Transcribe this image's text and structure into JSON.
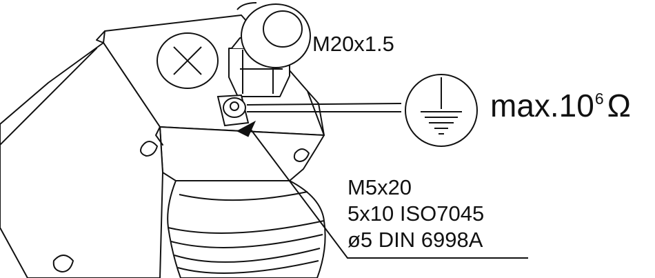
{
  "labels": {
    "gland_thread": "M20x1.5",
    "resistance_prefix": "max.10",
    "resistance_exponent": "6",
    "resistance_unit": "Ω"
  },
  "screw_spec": [
    "M5x20",
    "5x10 ISO7045",
    "ø5 DIN 6998A"
  ],
  "icons": {
    "ground": "protective-earth-symbol",
    "arrow": "filled-triangle-pointer"
  },
  "colors": {
    "line": "#111111",
    "background": "#ffffff"
  }
}
